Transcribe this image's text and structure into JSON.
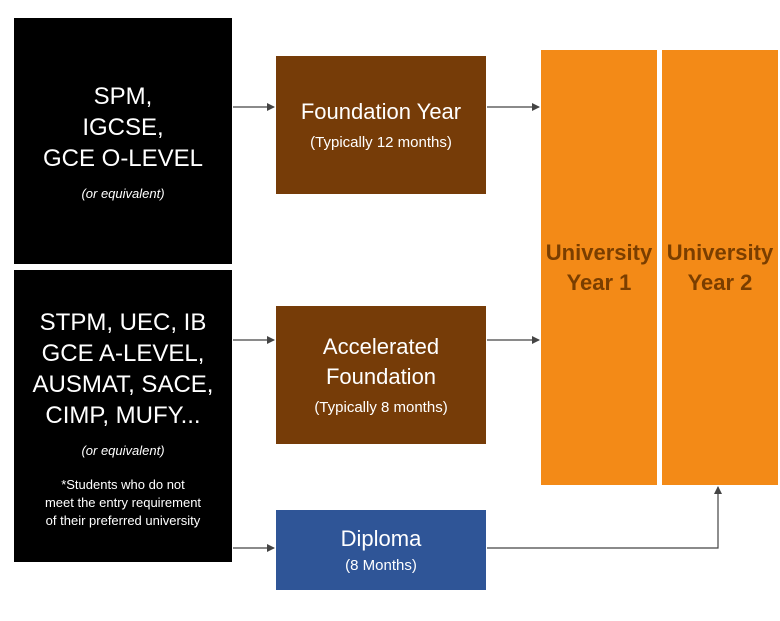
{
  "entry_boxes": [
    {
      "lines": [
        "SPM,",
        "IGCSE,",
        "GCE O-LEVEL"
      ],
      "equivalent": "(or equivalent)"
    },
    {
      "lines": [
        "STPM, UEC, IB",
        "GCE A-LEVEL,",
        "AUSMAT, SACE,",
        "CIMP, MUFY..."
      ],
      "equivalent": "(or equivalent)",
      "note_lines": [
        "*Students who do not",
        "meet the entry requirement",
        "of their preferred university"
      ]
    }
  ],
  "pathways": {
    "foundation": {
      "title": "Foundation Year",
      "duration": "(Typically 12 months)"
    },
    "accelerated": {
      "title_lines": [
        "Accelerated",
        "Foundation"
      ],
      "duration": "(Typically 8 months)"
    },
    "diploma": {
      "title": "Diploma",
      "duration": "(8 Months)"
    }
  },
  "university": {
    "year1_lines": [
      "University",
      "Year 1"
    ],
    "year2_lines": [
      "University",
      "Year 2"
    ]
  },
  "colors": {
    "entry": "#000000",
    "pathway": "#763c08",
    "diploma": "#2f5597",
    "university": "#f38a17",
    "university_text": "#7a3e00",
    "arrow": "#444444"
  }
}
